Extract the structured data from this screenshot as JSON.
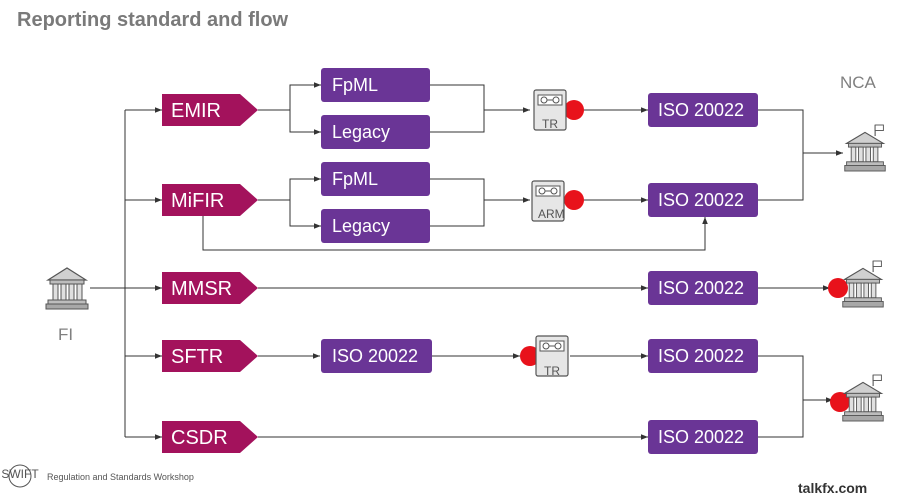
{
  "title": "Reporting standard and flow",
  "labels": {
    "fi": "FI",
    "nca": "NCA"
  },
  "regulations": [
    "EMIR",
    "MiFIR",
    "MMSR",
    "SFTR",
    "CSDR"
  ],
  "formats": {
    "fpml": "FpML",
    "legacy": "Legacy",
    "iso": "ISO 20022"
  },
  "repositories": {
    "tr": "TR",
    "arm": "ARM"
  },
  "footer": {
    "text": "Regulation and Standards Workshop",
    "logo": "SWIFT"
  },
  "watermark": "talkfx.com",
  "colors": {
    "regulation": "#a3125c",
    "format": "#6a3596",
    "hotspot": "#e8121b",
    "title": "#7a7a7a"
  }
}
